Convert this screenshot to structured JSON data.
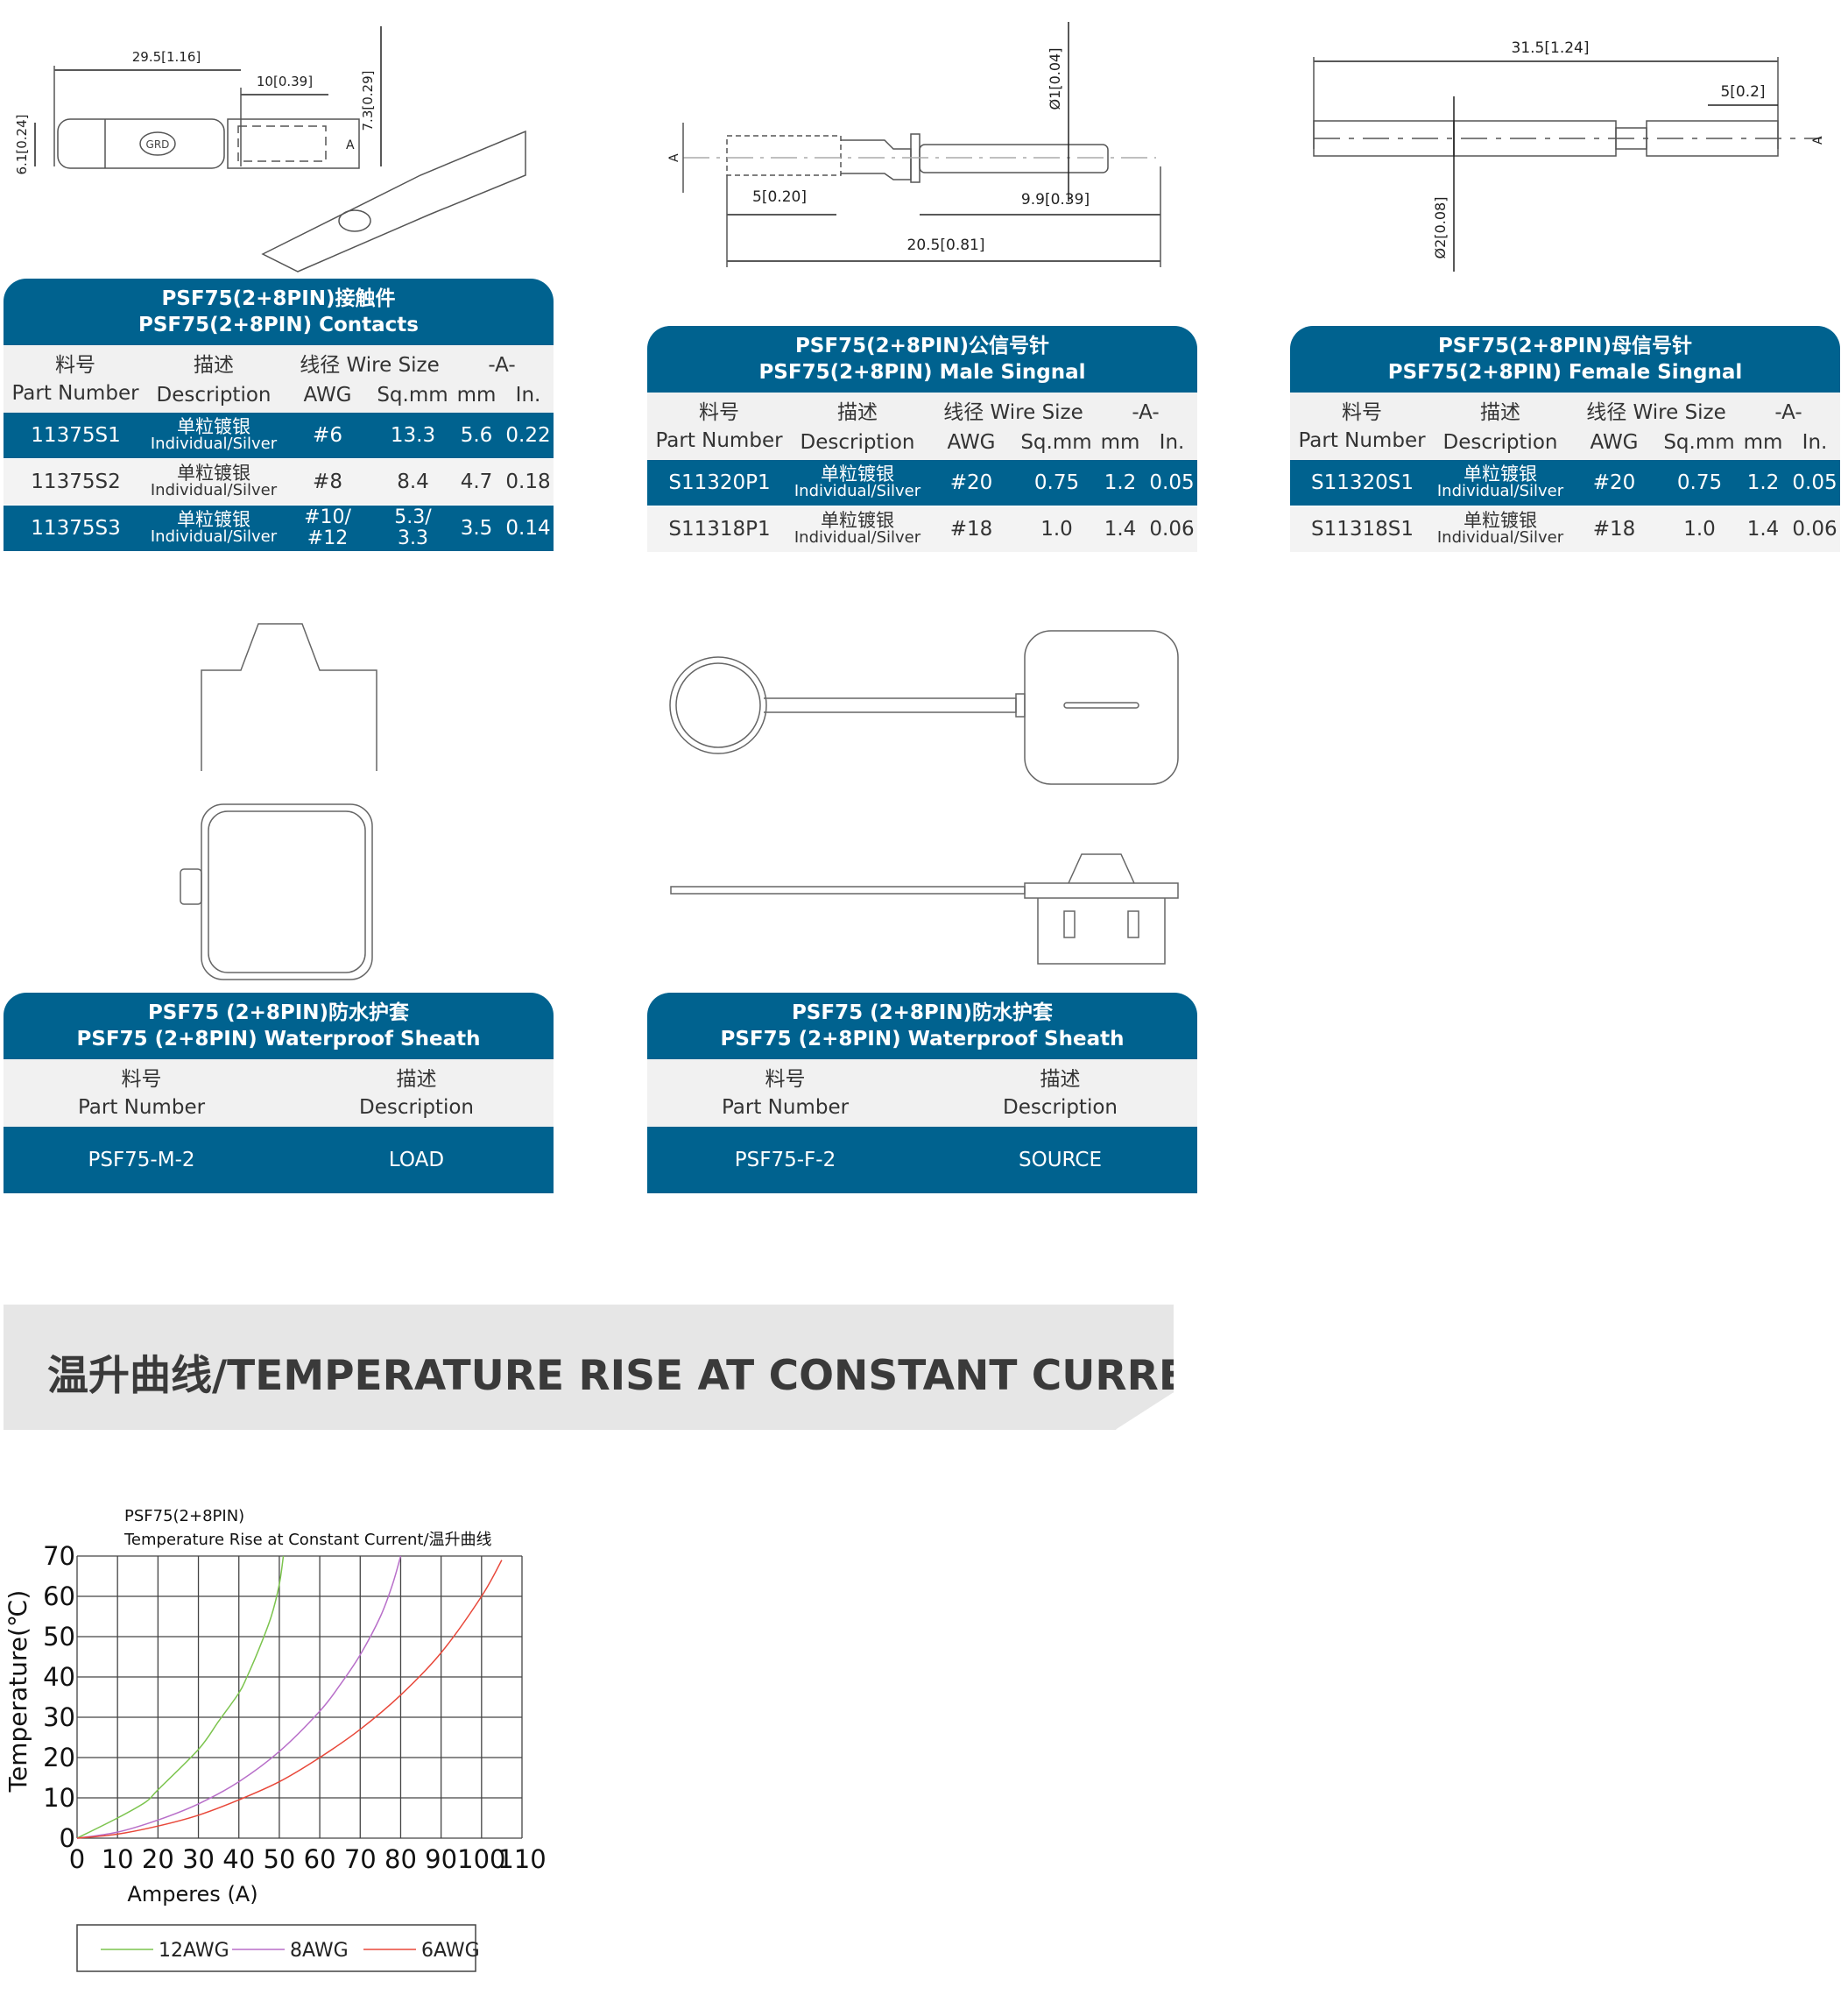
{
  "drawings": {
    "contacts": {
      "overall": "29.5[1.16]",
      "tab": "10[0.39]",
      "height": "7.3[0.29]",
      "dia": "6.1[0.24]",
      "a_label": "A",
      "logo": "GRD"
    },
    "male": {
      "left": "5[0.20]",
      "pin": "9.9[0.39]",
      "total": "20.5[0.81]",
      "dia": "Ø1[0.04]",
      "a_label": "A"
    },
    "female": {
      "total": "31.5[1.24]",
      "tip": "5[0.2]",
      "dia": "Ø2[0.08]",
      "a_label": "A"
    }
  },
  "contacts_table": {
    "title_cn": "PSF75(2+8PIN)接触件",
    "title_en": "PSF75(2+8PIN) Contacts",
    "headers": {
      "part_cn": "料号",
      "part_en": "Part Number",
      "desc_cn": "描述",
      "desc_en": "Description",
      "wire": "线径 Wire Size",
      "awg": "AWG",
      "sqmm": "Sq.mm",
      "a": "-A-",
      "mm": "mm",
      "in": "In."
    },
    "rows": [
      {
        "part": "11375S1",
        "desc_cn": "单粒镀银",
        "desc_en": "Individual/Silver",
        "awg": "#6",
        "sqmm": "13.3",
        "mm": "5.6",
        "in": "0.22"
      },
      {
        "part": "11375S2",
        "desc_cn": "单粒镀银",
        "desc_en": "Individual/Silver",
        "awg": "#8",
        "sqmm": "8.4",
        "mm": "4.7",
        "in": "0.18"
      },
      {
        "part": "11375S3",
        "desc_cn": "单粒镀银",
        "desc_en": "Individual/Silver",
        "awg": "#10/\n#12",
        "sqmm": "5.3/\n3.3",
        "mm": "3.5",
        "in": "0.14"
      }
    ]
  },
  "male_table": {
    "title_cn": "PSF75(2+8PIN)公信号针",
    "title_en": "PSF75(2+8PIN) Male Singnal",
    "headers": {
      "part_cn": "料号",
      "part_en": "Part Number",
      "desc_cn": "描述",
      "desc_en": "Description",
      "wire": "线径 Wire Size",
      "awg": "AWG",
      "sqmm": "Sq.mm",
      "a": "-A-",
      "mm": "mm",
      "in": "In."
    },
    "rows": [
      {
        "part": "S11320P1",
        "desc_cn": "单粒镀银",
        "desc_en": "Individual/Silver",
        "awg": "#20",
        "sqmm": "0.75",
        "mm": "1.2",
        "in": "0.05"
      },
      {
        "part": "S11318P1",
        "desc_cn": "单粒镀银",
        "desc_en": "Individual/Silver",
        "awg": "#18",
        "sqmm": "1.0",
        "mm": "1.4",
        "in": "0.06"
      }
    ]
  },
  "female_table": {
    "title_cn": "PSF75(2+8PIN)母信号针",
    "title_en": "PSF75(2+8PIN) Female Singnal",
    "headers": {
      "part_cn": "料号",
      "part_en": "Part Number",
      "desc_cn": "描述",
      "desc_en": "Description",
      "wire": "线径 Wire Size",
      "awg": "AWG",
      "sqmm": "Sq.mm",
      "a": "-A-",
      "mm": "mm",
      "in": "In."
    },
    "rows": [
      {
        "part": "S11320S1",
        "desc_cn": "单粒镀银",
        "desc_en": "Individual/Silver",
        "awg": "#20",
        "sqmm": "0.75",
        "mm": "1.2",
        "in": "0.05"
      },
      {
        "part": "S11318S1",
        "desc_cn": "单粒镀银",
        "desc_en": "Individual/Silver",
        "awg": "#18",
        "sqmm": "1.0",
        "mm": "1.4",
        "in": "0.06"
      }
    ]
  },
  "sheath_m": {
    "title_cn": "PSF75 (2+8PIN)防水护套",
    "title_en": "PSF75 (2+8PIN) Waterproof Sheath",
    "part_cn": "料号",
    "part_en": "Part Number",
    "desc_cn": "描述",
    "desc_en": "Description",
    "part": "PSF75-M-2",
    "desc": "LOAD"
  },
  "sheath_f": {
    "title_cn": "PSF75 (2+8PIN)防水护套",
    "title_en": "PSF75 (2+8PIN) Waterproof Sheath",
    "part_cn": "料号",
    "part_en": "Part Number",
    "desc_cn": "描述",
    "desc_en": "Description",
    "part": "PSF75-F-2",
    "desc": "SOURCE"
  },
  "banner": {
    "title": "温升曲线/TEMPERATURE RISE AT CONSTANT CURRENT"
  },
  "colors": {
    "brand": "#00628f",
    "g12": "#7cc44e",
    "g8": "#b86fc9",
    "g6": "#e8483a"
  },
  "chart_data": {
    "type": "line",
    "title": "PSF75(2+8PIN)",
    "subtitle": "Temperature Rise at Constant Current/温升曲线",
    "xlabel": "Amperes (A)",
    "ylabel": "Temperature(℃)",
    "xlim": [
      0,
      110
    ],
    "ylim": [
      0,
      70
    ],
    "grid": true,
    "legend": "bottom",
    "xticks": [
      "0",
      "10",
      "20",
      "30",
      "40",
      "50",
      "60",
      "70",
      "80",
      "90",
      "100",
      "110"
    ],
    "yticks": [
      "0",
      "10",
      "20",
      "30",
      "40",
      "50",
      "60",
      "70"
    ],
    "series": [
      {
        "name": "12AWG",
        "color": "#7cc44e",
        "x": [
          0,
          10,
          17,
          20,
          30,
          35,
          40,
          42,
          45,
          48,
          50,
          51
        ],
        "y": [
          0,
          5,
          9,
          12,
          22,
          29,
          36,
          40,
          47,
          55,
          63,
          70
        ]
      },
      {
        "name": "8AWG",
        "color": "#b86fc9",
        "x": [
          0,
          10,
          20,
          30,
          40,
          50,
          60,
          65,
          70,
          75,
          78,
          80
        ],
        "y": [
          0,
          1.5,
          4.5,
          8.5,
          14,
          21.5,
          31.5,
          38,
          45.5,
          55,
          63,
          70
        ]
      },
      {
        "name": "6AWG",
        "color": "#e8483a",
        "x": [
          0,
          10,
          20,
          30,
          40,
          50,
          60,
          70,
          80,
          90,
          100,
          105
        ],
        "y": [
          0,
          1,
          3,
          5.7,
          9.5,
          14,
          20,
          27,
          35.5,
          46,
          60,
          69
        ]
      }
    ]
  }
}
